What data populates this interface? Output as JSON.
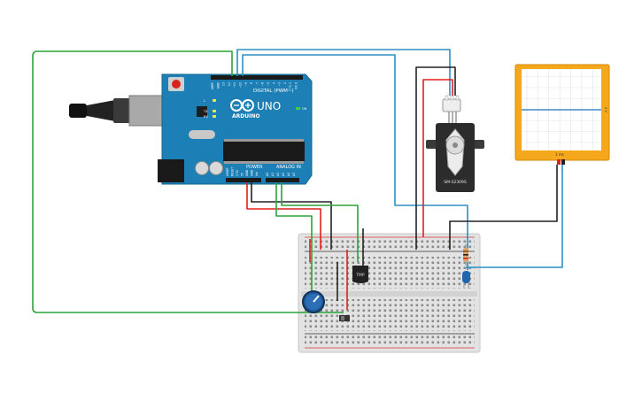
{
  "arduino": {
    "brand": "ARDUINO",
    "model": "UNO",
    "digital_label": "DIGITAL (PWM~)",
    "power_label": "POWER",
    "analog_label": "ANALOG IN",
    "on_label": "ON",
    "tx_label": "TX",
    "rx_label": "RX",
    "l_label": "L",
    "digital_pins": [
      "AREF",
      "GND",
      "13",
      "12",
      "~11",
      "~10",
      "~9",
      "8",
      "7",
      "~6",
      "~5",
      "4",
      "~3",
      "2",
      "TX 1",
      "RX 0"
    ],
    "power_pins": [
      "IOREF",
      "RESET",
      "3.3V",
      "5V",
      "GND",
      "GND",
      "Vin"
    ],
    "analog_pins": [
      "A0",
      "A1",
      "A2",
      "A3",
      "A4",
      "A5"
    ]
  },
  "servo": {
    "label": "SM-S2309S"
  },
  "sensor": {
    "label": "TMP"
  },
  "oscilloscope": {
    "readout": "1 ms",
    "side_label": "5 V"
  },
  "colors": {
    "board": "#1c7fb5",
    "board_dark": "#15648e",
    "wire_green": "#2aa43a",
    "wire_blue": "#2a8fc4",
    "wire_red": "#e0201c",
    "wire_black": "#222222",
    "scope_frame": "#f5a81c",
    "scope_trace": "#1a73c8"
  }
}
